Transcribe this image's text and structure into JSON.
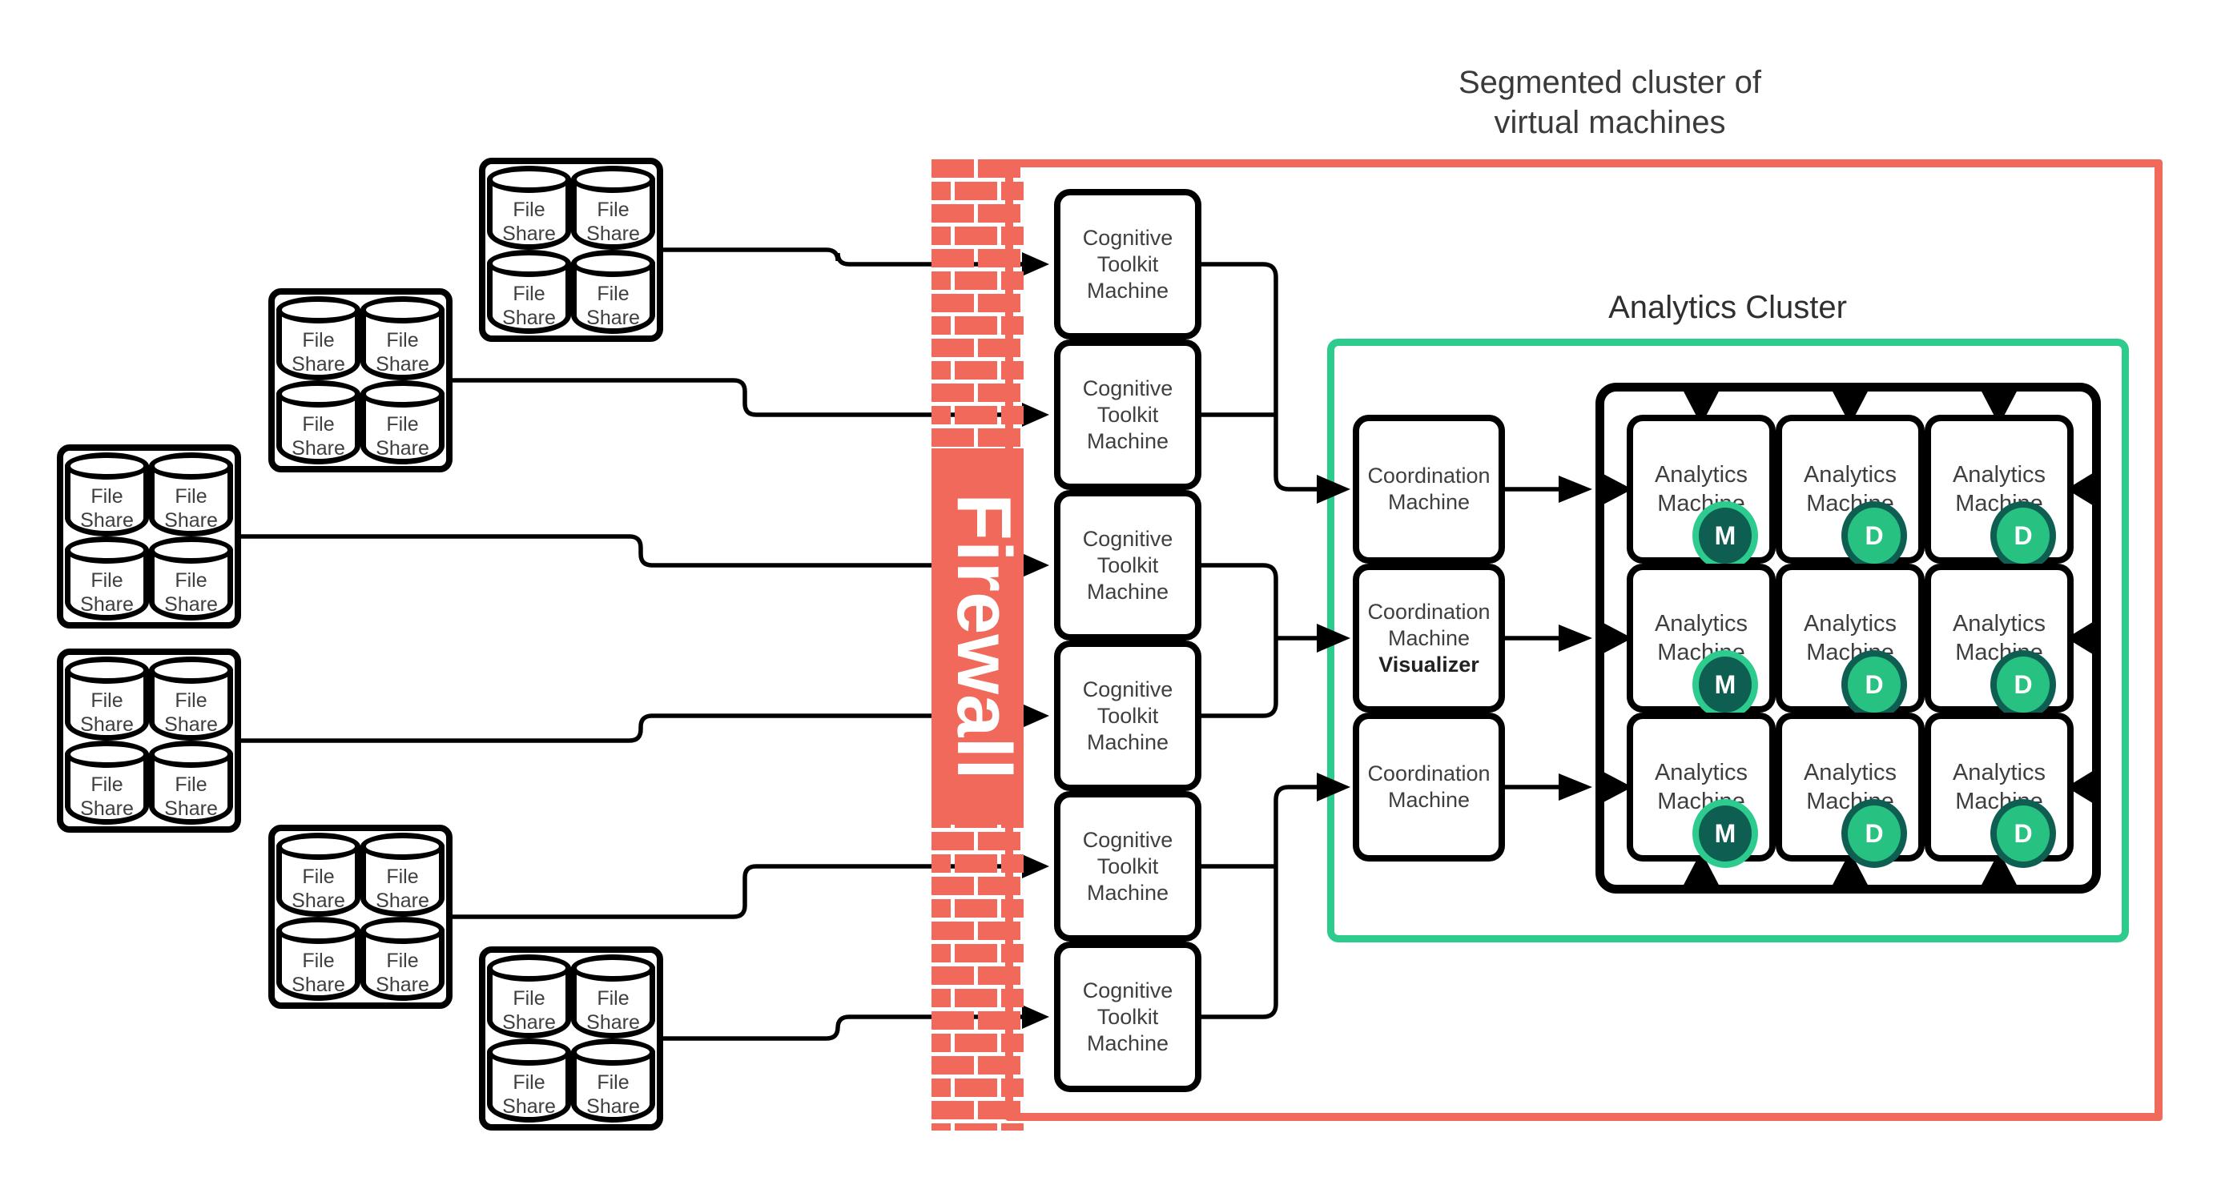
{
  "title": {
    "line1": "Segmented cluster of",
    "line2": "virtual machines"
  },
  "firewall": {
    "label": "Firewall"
  },
  "file_share": {
    "unit_label_lines": [
      "File",
      "Share"
    ],
    "group_count": 6,
    "units_per_group": 4
  },
  "cognitive": {
    "count": 6,
    "label_lines": [
      "Cognitive",
      "Toolkit",
      "Machine"
    ]
  },
  "coordination": {
    "machines": [
      {
        "label_lines": [
          "Coordination",
          "Machine"
        ],
        "bold_label": ""
      },
      {
        "label_lines": [
          "Coordination",
          "Machine"
        ],
        "bold_label": "Visualizer"
      },
      {
        "label_lines": [
          "Coordination",
          "Machine"
        ],
        "bold_label": ""
      }
    ]
  },
  "analytics": {
    "cluster_label": "Analytics Cluster",
    "machine_label_lines": [
      "Analytics",
      "Machine"
    ],
    "badge_rows": [
      [
        "M",
        "D",
        "D"
      ],
      [
        "M",
        "D",
        "D"
      ],
      [
        "M",
        "D",
        "D"
      ]
    ]
  },
  "colors": {
    "firewall_red": "#F0695B",
    "cluster_green": "#2DCC8E",
    "badge_dark_teal": "#0E5F51",
    "badge_green": "#27C281",
    "line_black": "#000000",
    "text_gray": "#3f3f3f",
    "firewall_text": "#ffffff"
  }
}
